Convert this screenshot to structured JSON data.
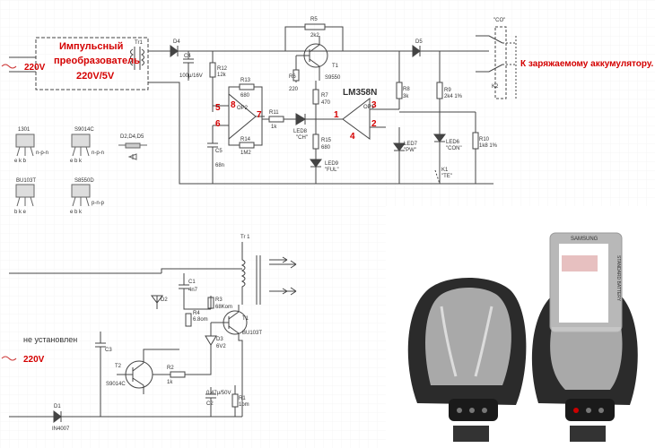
{
  "top_circuit": {
    "converter_lines": [
      "Импульсный",
      "преобразователь",
      "220V/5V"
    ],
    "mains_label": "220V",
    "target_label": "К заряжаемому аккумулятору.",
    "opamp_name": "LM358N",
    "co_label": "\"CO\"",
    "parts": {
      "tr1": "Tr1",
      "d4": "D4",
      "c4": "C4",
      "c4v": "100μ/16V",
      "r12": "R12",
      "r12v": "12k",
      "r13": "R13",
      "r13v": "680",
      "op2": "OP2",
      "r14": "R14",
      "r14v": "1M2",
      "c5": "C5",
      "c5v": "68n",
      "r11": "R11",
      "r11v": "1k",
      "led8": "LED8",
      "led8v": "\"CH\"",
      "r5": "R5",
      "r5v": "2k2",
      "r6": "R6",
      "r6v": "220",
      "t1": "T1",
      "t1v": "S9550",
      "r7": "R7",
      "r7v": "470",
      "r15": "R15",
      "r15v": "680",
      "led9": "LED9",
      "led9v": "\"FUL\"",
      "op1": "OP1",
      "r8": "R8",
      "r8v": "3k",
      "led7": "LED7",
      "led7v": "\"PW\"",
      "d5": "D5",
      "r9": "R9",
      "r9v": "2k4 1%",
      "led6": "LED6",
      "led6v": "\"CON\"",
      "r10": "R10",
      "r10v": "1k8 1%",
      "k1": "K1",
      "k1v": "\"TE\"",
      "k2": "K2"
    },
    "pins": [
      "5",
      "8",
      "6",
      "7",
      "1",
      "3",
      "2",
      "4"
    ]
  },
  "pinouts": {
    "p1301": "1301",
    "p1301_type": "n-p-n",
    "p1301_pins": "e k b",
    "s9014": "S9014C",
    "s9014_type": "n-p-n",
    "s9014_pins": "e b k",
    "diodes": "D2,D4,D5",
    "bu103": "BU103T",
    "bu103_pins": "b k e",
    "s8550": "S8550D",
    "s8550_type": "p-n-p",
    "s8550_pins": "e b k"
  },
  "bottom_circuit": {
    "not_installed": "не установлен",
    "mains_label": "220V",
    "parts": {
      "tr1": "Tr 1",
      "c1": "C1",
      "c1v": "4n7",
      "d2": "D2",
      "r3": "R3",
      "r3v": "68Kom",
      "r4": "R4",
      "r4v": "6.8om",
      "t1": "T1",
      "t1v": "BU103T",
      "d3": "D3",
      "d3v": "6V2",
      "t2": "T2",
      "t2v": "S9014C",
      "r2": "R2",
      "r2v": "1k",
      "c2": "C2",
      "c2v": "0.47μ/50V",
      "r1": "R1",
      "r1v": "1om",
      "c3": "C3",
      "d1": "D1",
      "d1v": "IN4007"
    }
  },
  "photo": {
    "brand": "SAMSUNG",
    "battery_label": "STANDARD BATTERY"
  }
}
